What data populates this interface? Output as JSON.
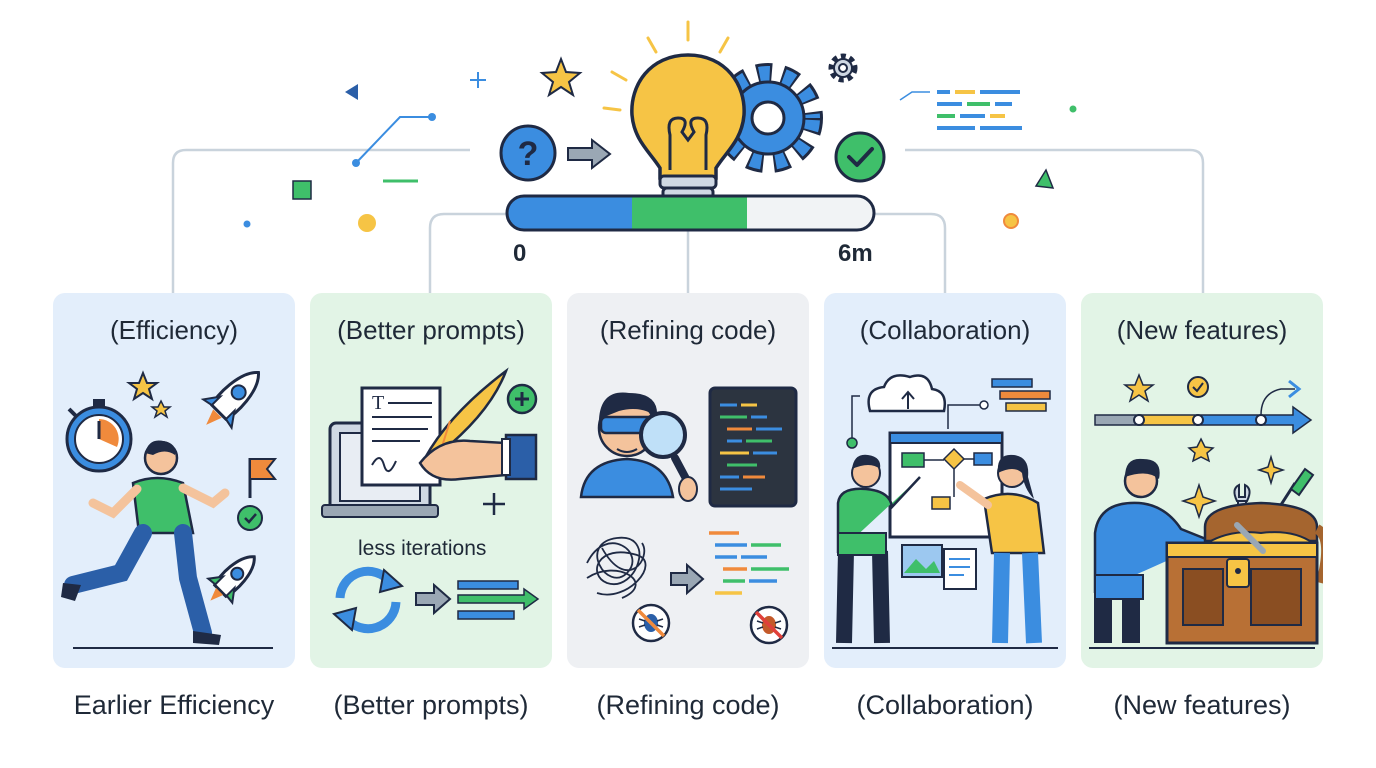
{
  "timeline": {
    "start_label": "0",
    "end_label": "6m"
  },
  "cards": [
    {
      "title": "(Efficiency)",
      "caption": "Earlier Efficiency",
      "bg": "#e3eefb"
    },
    {
      "title": "(Better prompts)",
      "caption": "(Better prompts)",
      "bg": "#e2f4e6",
      "inner_label": "less iterations"
    },
    {
      "title": "(Refining code)",
      "caption": "(Refining code)",
      "bg": "#eef0f3"
    },
    {
      "title": "(Collaboration)",
      "caption": "(Collaboration)",
      "bg": "#e3eefb"
    },
    {
      "title": "(New features)",
      "caption": "(New features)",
      "bg": "#e2f4e6"
    }
  ],
  "colors": {
    "blue": "#3b8de0",
    "green": "#3fbf6a",
    "yellow": "#f6c445",
    "orange": "#f08a3c",
    "navy": "#1f2a44",
    "connector": "#c9d3dc"
  },
  "icons": [
    "question-icon",
    "arrow-icon",
    "lightbulb-icon",
    "gear-icon",
    "check-icon",
    "star-icon",
    "stopwatch-icon",
    "rocket-icon",
    "flag-icon",
    "runner-icon",
    "document-icon",
    "quill-icon",
    "plus-icon",
    "laptop-icon",
    "refresh-icon",
    "developer-icon",
    "magnifier-icon",
    "code-window-icon",
    "tangle-icon",
    "bug-icon",
    "cloud-icon",
    "whiteboard-icon",
    "person-icon",
    "roadmap-icon",
    "treasure-chest-icon",
    "wrench-icon",
    "screwdriver-icon"
  ]
}
